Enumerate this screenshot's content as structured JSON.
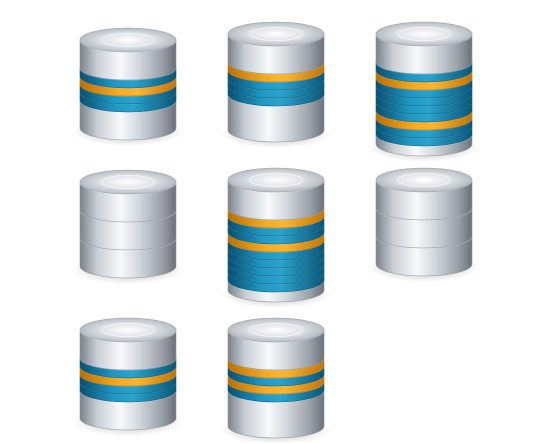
{
  "colors": {
    "background": "#ffffff",
    "steel_light": "#f4f6f8",
    "steel_mid": "#b9bfc6",
    "steel_dark": "#6d747c",
    "blue_ring": "#1b86ad",
    "blue_ring_dark": "#0c5e82",
    "orange_ring": "#f2a21a",
    "orange_ring_dark": "#c97c08"
  },
  "icons": [
    {
      "name": "database-icon-1",
      "stack": [
        "steel",
        "blue",
        "orange",
        "blue",
        "blue",
        "steel"
      ]
    },
    {
      "name": "database-icon-2",
      "stack": [
        "steel",
        "orange",
        "blue",
        "blue",
        "blue",
        "steel-tall"
      ]
    },
    {
      "name": "database-icon-3",
      "stack": [
        "steel",
        "blue",
        "orange",
        "blue",
        "blue",
        "blue",
        "blue",
        "orange",
        "blue",
        "blue",
        "steel-thin"
      ]
    },
    {
      "name": "database-icon-4",
      "stack": [
        "steel",
        "steel",
        "steel"
      ]
    },
    {
      "name": "database-icon-5",
      "stack": [
        "steel",
        "orange",
        "blue",
        "blue",
        "orange",
        "blue",
        "blue",
        "blue",
        "blue",
        "blue",
        "steel-thin"
      ]
    },
    {
      "name": "database-icon-6",
      "stack": [
        "steel",
        "steel",
        "steel"
      ]
    },
    {
      "name": "database-icon-7",
      "stack": [
        "steel",
        "blue",
        "orange",
        "blue",
        "blue",
        "steel"
      ]
    },
    {
      "name": "database-icon-8",
      "stack": [
        "steel",
        "orange",
        "blue",
        "orange",
        "blue",
        "steel-tall"
      ]
    }
  ]
}
